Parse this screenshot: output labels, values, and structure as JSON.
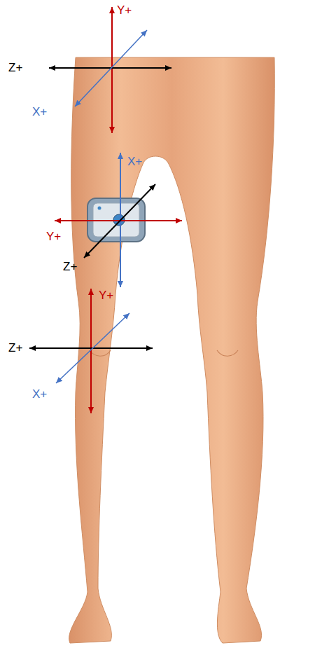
{
  "diagram": {
    "labels": [
      "Y+",
      "Z+",
      "X+",
      "X+",
      "Y+",
      "Z+",
      "Y+",
      "Z+",
      "X+"
    ]
  }
}
